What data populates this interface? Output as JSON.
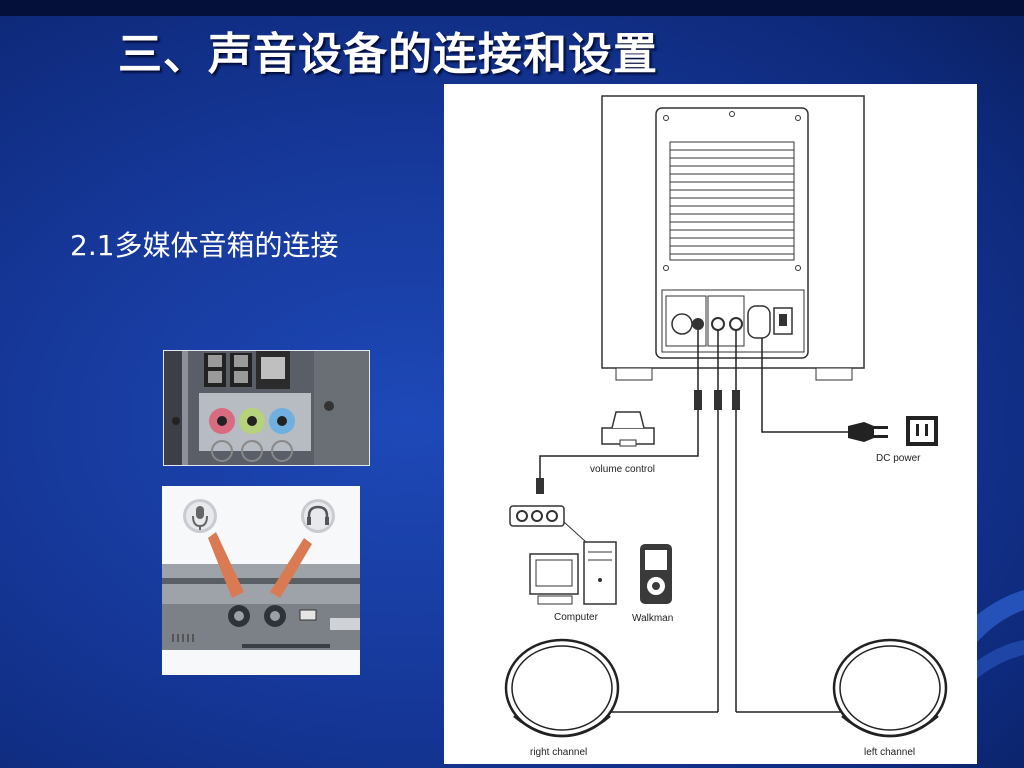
{
  "slide": {
    "title": "三、声音设备的连接和设置",
    "subtitle": "2.1多媒体音箱的连接",
    "background_color": "#16389a"
  },
  "diagram": {
    "labels": {
      "volume_control": "volume control",
      "dc_power": "DC power",
      "computer": "Computer",
      "walkman": "Walkman",
      "right_channel": "right channel",
      "left_channel": "left channel"
    }
  },
  "photos": {
    "rear_panel_jacks": "rear-audio-jacks-photo",
    "laptop_jacks": "laptop-audio-jacks-photo"
  },
  "icons": [
    "microphone-icon",
    "headphones-icon"
  ]
}
